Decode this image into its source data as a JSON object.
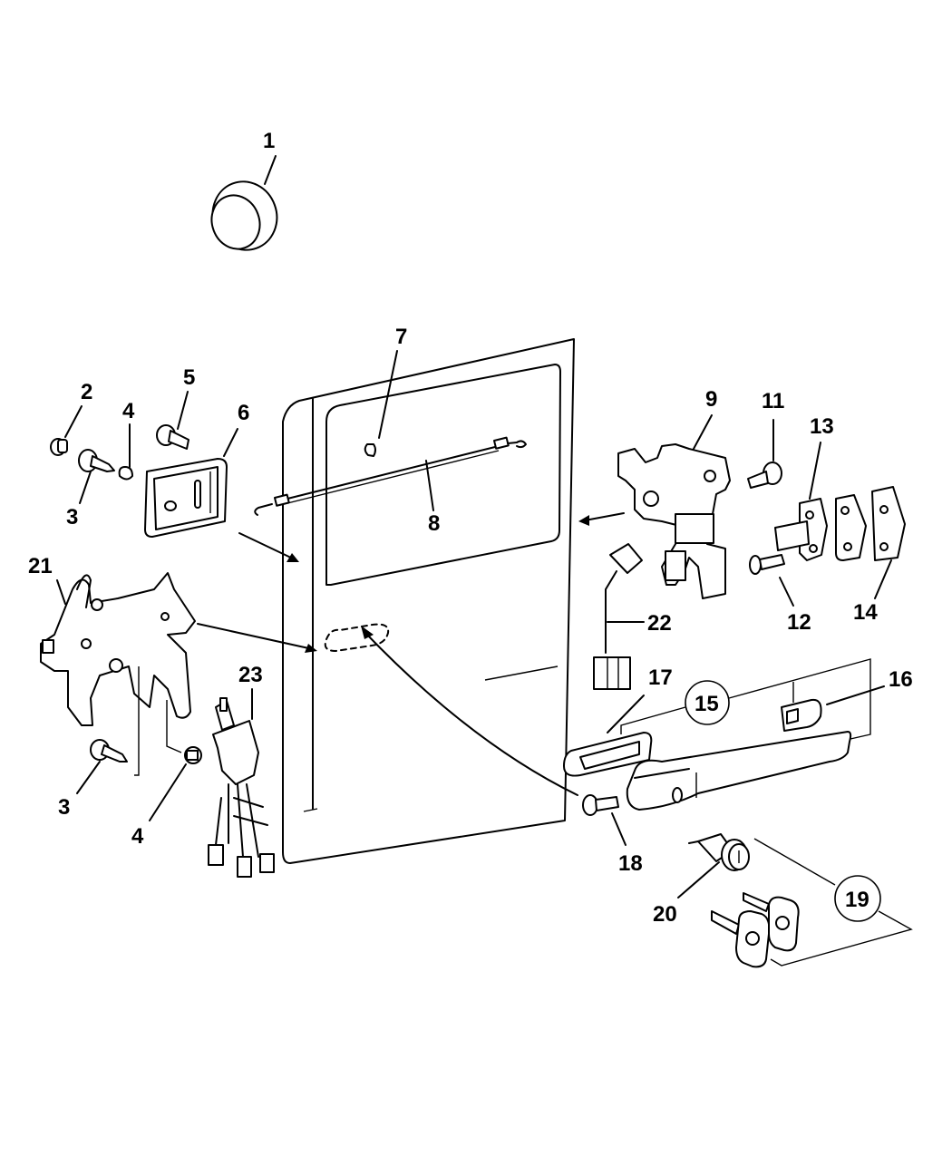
{
  "diagram": {
    "title": "Sliding door lock and handle components",
    "callouts": [
      {
        "id": "1",
        "label": "1",
        "part": "plug"
      },
      {
        "id": "2",
        "label": "2",
        "part": "push-nut"
      },
      {
        "id": "3",
        "label": "3",
        "part": "screw"
      },
      {
        "id": "4",
        "label": "4",
        "part": "nut-clip"
      },
      {
        "id": "5",
        "label": "5",
        "part": "bolt"
      },
      {
        "id": "6",
        "label": "6",
        "part": "inside-handle"
      },
      {
        "id": "7",
        "label": "7",
        "part": "clip"
      },
      {
        "id": "8",
        "label": "8",
        "part": "control-cable"
      },
      {
        "id": "9",
        "label": "9",
        "part": "rear-latch"
      },
      {
        "id": "11",
        "label": "11",
        "part": "screw"
      },
      {
        "id": "12",
        "label": "12",
        "part": "screw"
      },
      {
        "id": "13",
        "label": "13",
        "part": "striker"
      },
      {
        "id": "14",
        "label": "14",
        "part": "shim"
      },
      {
        "id": "15",
        "label": "15",
        "part": "outside-handle-kit",
        "circled": true
      },
      {
        "id": "16",
        "label": "16",
        "part": "gasket"
      },
      {
        "id": "17",
        "label": "17",
        "part": "bezel-gasket"
      },
      {
        "id": "18",
        "label": "18",
        "part": "screw"
      },
      {
        "id": "19",
        "label": "19",
        "part": "lock-cylinder-kit",
        "circled": true
      },
      {
        "id": "20",
        "label": "20",
        "part": "lock-cylinder"
      },
      {
        "id": "21",
        "label": "21",
        "part": "front-latch"
      },
      {
        "id": "22",
        "label": "22",
        "part": "wiring-switch"
      },
      {
        "id": "23",
        "label": "23",
        "part": "lock-actuator"
      }
    ],
    "labels": {
      "c1": "1",
      "c2": "2",
      "c3a": "3",
      "c3b": "3",
      "c4a": "4",
      "c4b": "4",
      "c5": "5",
      "c6": "6",
      "c7": "7",
      "c8": "8",
      "c9": "9",
      "c11": "11",
      "c12": "12",
      "c13": "13",
      "c14": "14",
      "c15": "15",
      "c16": "16",
      "c17": "17",
      "c18": "18",
      "c19": "19",
      "c20": "20",
      "c21": "21",
      "c22": "22",
      "c23": "23"
    }
  }
}
